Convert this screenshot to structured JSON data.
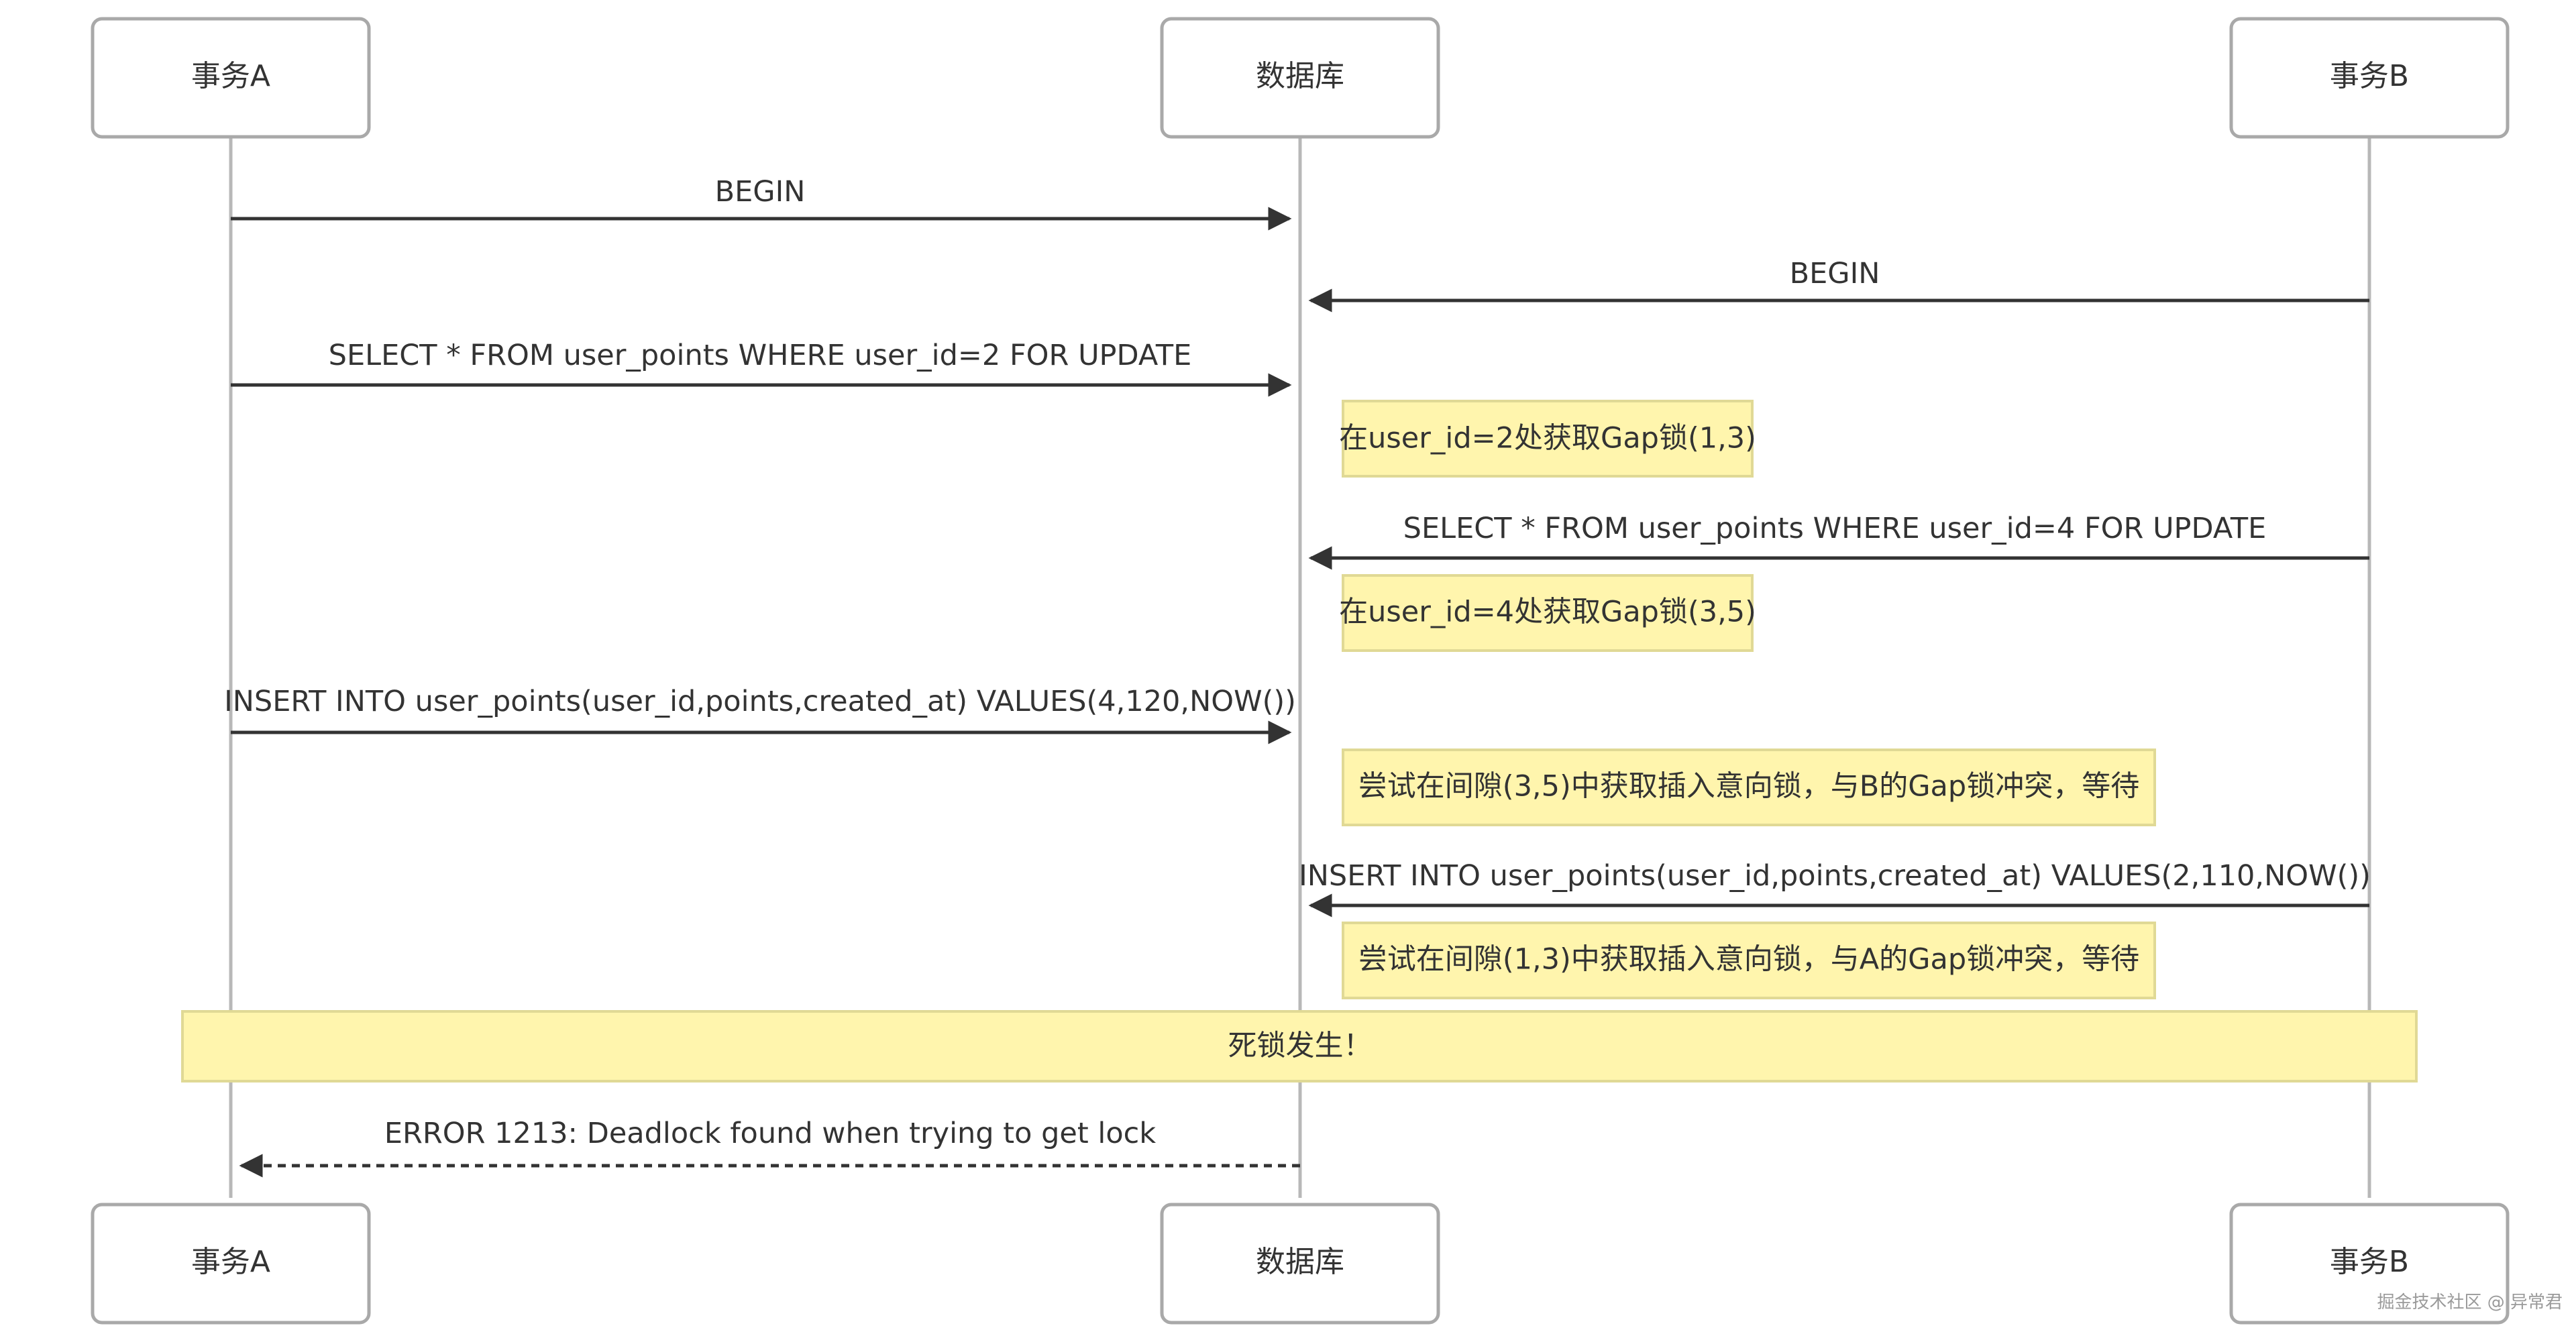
{
  "actors": {
    "a": "事务A",
    "db": "数据库",
    "b": "事务B"
  },
  "messages": [
    {
      "from": "a",
      "to": "db",
      "label": "BEGIN",
      "style": "solid"
    },
    {
      "from": "b",
      "to": "db",
      "label": "BEGIN",
      "style": "solid"
    },
    {
      "from": "a",
      "to": "db",
      "label": "SELECT * FROM user_points WHERE user_id=2 FOR UPDATE",
      "style": "solid"
    },
    {
      "from": "b",
      "to": "db",
      "label": "SELECT * FROM user_points WHERE user_id=4 FOR UPDATE",
      "style": "solid"
    },
    {
      "from": "a",
      "to": "db",
      "label": "INSERT INTO user_points(user_id,points,created_at) VALUES(4,120,NOW())",
      "style": "solid"
    },
    {
      "from": "b",
      "to": "db",
      "label": "INSERT INTO user_points(user_id,points,created_at) VALUES(2,110,NOW())",
      "style": "solid"
    },
    {
      "from": "db",
      "to": "a",
      "label": "ERROR 1213: Deadlock found when trying to get lock",
      "style": "dashed"
    }
  ],
  "notes": [
    {
      "over": "db",
      "text": "在user_id=2处获取Gap锁(1,3)"
    },
    {
      "over": "db",
      "text": "在user_id=4处获取Gap锁(3,5)"
    },
    {
      "over": "db",
      "text": "尝试在间隙(3,5)中获取插入意向锁，与B的Gap锁冲突，等待"
    },
    {
      "over": "db",
      "text": "尝试在间隙(1,3)中获取插入意向锁，与A的Gap锁冲突，等待"
    },
    {
      "over": "all",
      "text": "死锁发生！"
    }
  ],
  "watermark": "掘金技术社区 @ 异常君",
  "colors": {
    "note_fill": "#fff5ad",
    "line": "#333333",
    "lifeline": "#b8b8b8"
  }
}
